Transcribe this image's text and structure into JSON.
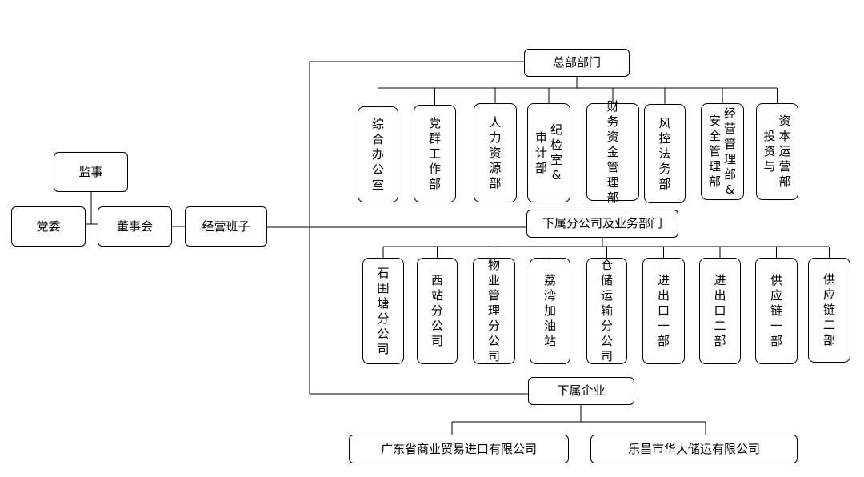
{
  "org": {
    "supervisor": "监事",
    "party_committee": "党委",
    "board": "董事会",
    "management_team": "经营班子"
  },
  "groups": {
    "headquarters": {
      "title": "总部部门",
      "depts": [
        [
          "综合办公室"
        ],
        [
          "党群工作部"
        ],
        [
          "人力资源部"
        ],
        [
          "纪检室&",
          "审计部"
        ],
        [
          "财务资金管理部"
        ],
        [
          "风控法务部"
        ],
        [
          "经营管理部&",
          "安全管理部"
        ],
        [
          "资本运营部",
          "投资与"
        ]
      ]
    },
    "branches": {
      "title": "下属分公司及业务部门",
      "depts": [
        [
          "石围塘分公司"
        ],
        [
          "西站分公司"
        ],
        [
          "物业管理分公司"
        ],
        [
          "荔湾加油站"
        ],
        [
          "仓储运输分公司"
        ],
        [
          "进出口一部"
        ],
        [
          "进出口二部"
        ],
        [
          "供应链一部"
        ],
        [
          "供应链二部"
        ]
      ]
    },
    "enterprises": {
      "title": "下属企业",
      "companies": [
        "广东省商业贸易进口有限公司",
        "乐昌市华大储运有限公司"
      ]
    }
  }
}
